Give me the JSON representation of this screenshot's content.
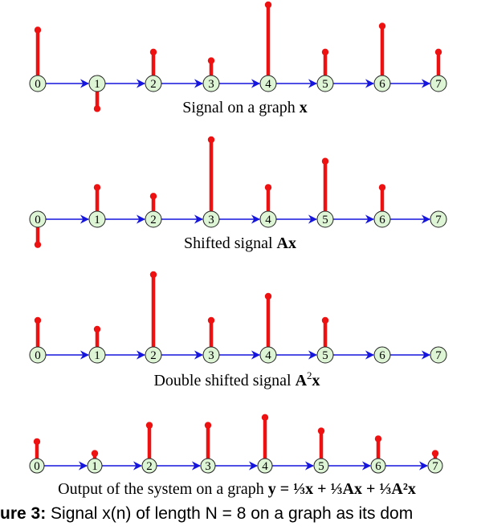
{
  "colors": {
    "stem": "#ee1111",
    "edge": "#1515dd",
    "node_fill": "#ddf5d5",
    "node_stroke": "#222222"
  },
  "panels": [
    {
      "nodes": [
        "0",
        "1",
        "2",
        "3",
        "4",
        "5",
        "6",
        "7"
      ],
      "values": [
        0.68,
        -0.32,
        0.4,
        0.29,
        1.0,
        0.4,
        0.73,
        0.4
      ],
      "caption_text": "Signal on a graph ",
      "caption_symbol": "x"
    },
    {
      "nodes": [
        "0",
        "1",
        "2",
        "3",
        "4",
        "5",
        "6",
        "7"
      ],
      "values": [
        -0.32,
        0.4,
        0.29,
        1.0,
        0.4,
        0.73,
        0.4,
        0.0
      ],
      "caption_text": "Shifted signal ",
      "caption_symbol": "Ax"
    },
    {
      "nodes": [
        "0",
        "1",
        "2",
        "3",
        "4",
        "5",
        "6",
        "7"
      ],
      "values": [
        0.43,
        0.32,
        1.0,
        0.43,
        0.73,
        0.43,
        0.0,
        0.0
      ],
      "caption_text": "Double shifted signal ",
      "caption_symbol": "A",
      "caption_sup": "2",
      "caption_tail": "x"
    },
    {
      "nodes": [
        "0",
        "1",
        "2",
        "3",
        "4",
        "5",
        "6",
        "7"
      ],
      "values": [
        0.43,
        0.22,
        0.72,
        0.72,
        0.86,
        0.62,
        0.48,
        0.22
      ],
      "caption_text": "Output of the system on a graph ",
      "caption_formula": "y = ⅓x + ⅓Ax + ⅓A²x"
    }
  ],
  "figure_caption": {
    "lead": "ure 3:",
    "text": " Signal x(n) of length N = 8 on a graph as its dom"
  }
}
